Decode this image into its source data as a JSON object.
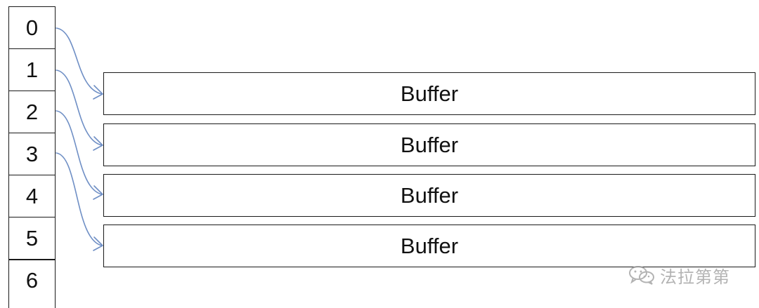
{
  "indices": [
    "0",
    "1",
    "2",
    "3",
    "4",
    "5",
    "6"
  ],
  "buffers": [
    "Buffer",
    "Buffer",
    "Buffer",
    "Buffer"
  ],
  "connections": [
    {
      "from_index": "0",
      "to_buffer": 1
    },
    {
      "from_index": "1",
      "to_buffer": 2
    },
    {
      "from_index": "2",
      "to_buffer": 3
    },
    {
      "from_index": "3",
      "to_buffer": 4
    }
  ],
  "watermark": {
    "icon": "wechat-icon",
    "text": "法拉第第"
  },
  "colors": {
    "arrow": "#6f8fc5",
    "border": "#1a1a1a",
    "text": "#111111",
    "watermark": "#9a9a9a"
  }
}
